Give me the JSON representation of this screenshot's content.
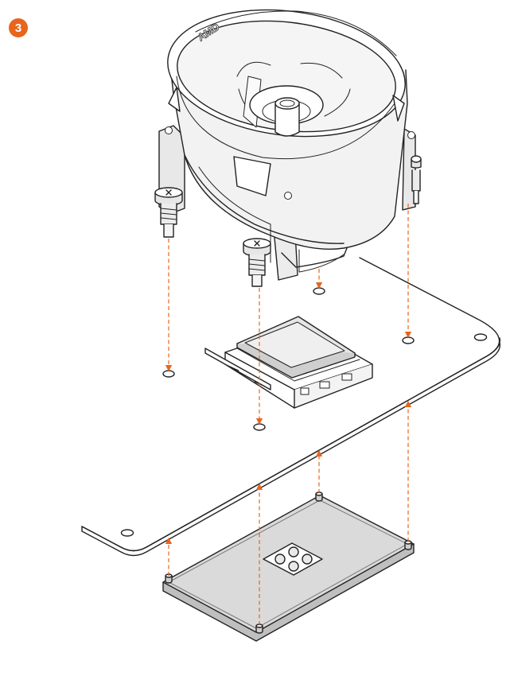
{
  "step": {
    "number": "3"
  },
  "colors": {
    "accent": "#E8651E",
    "line": "#222222",
    "cooler_fill": "#F2F2F2",
    "backplate_fill": "#DADADA"
  },
  "cooler": {
    "logo_text": "AMD"
  },
  "icons": [
    "step-number-badge",
    "cpu-cooler",
    "spring-screw",
    "cpu-chip",
    "cpu-socket",
    "motherboard",
    "backplate",
    "alignment-arrow"
  ]
}
